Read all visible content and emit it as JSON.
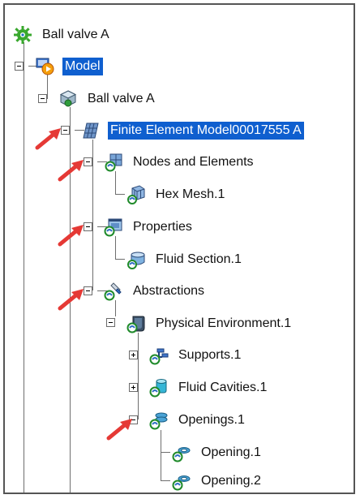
{
  "colors": {
    "selection": "#0f5fcf",
    "annotation_arrow": "#e53935",
    "tree_line": "#6e6e6e"
  },
  "tree": {
    "root": {
      "label": "Ball valve A",
      "icon": "gear-product-icon"
    },
    "model": {
      "label": "Model",
      "icon": "model-icon",
      "selected": true
    },
    "part": {
      "label": "Ball valve A",
      "icon": "part-icon"
    },
    "fem": {
      "label": "Finite Element Model00017555 A",
      "icon": "finite-element-model-icon",
      "selected": true
    },
    "nodes_elements": {
      "label": "Nodes and Elements",
      "icon": "nodes-elements-icon"
    },
    "hex_mesh": {
      "label": "Hex Mesh.1",
      "icon": "hex-mesh-icon"
    },
    "properties": {
      "label": "Properties",
      "icon": "properties-icon"
    },
    "fluid_section": {
      "label": "Fluid Section.1",
      "icon": "fluid-section-icon"
    },
    "abstractions": {
      "label": "Abstractions",
      "icon": "abstractions-icon"
    },
    "physical_env": {
      "label": "Physical Environment.1",
      "icon": "physical-environment-icon"
    },
    "supports": {
      "label": "Supports.1",
      "icon": "supports-icon"
    },
    "fluid_cavities": {
      "label": "Fluid Cavities.1",
      "icon": "fluid-cavities-icon"
    },
    "openings": {
      "label": "Openings.1",
      "icon": "openings-icon"
    },
    "opening1": {
      "label": "Opening.1",
      "icon": "opening-icon"
    },
    "opening2": {
      "label": "Opening.2",
      "icon": "opening-icon"
    }
  }
}
